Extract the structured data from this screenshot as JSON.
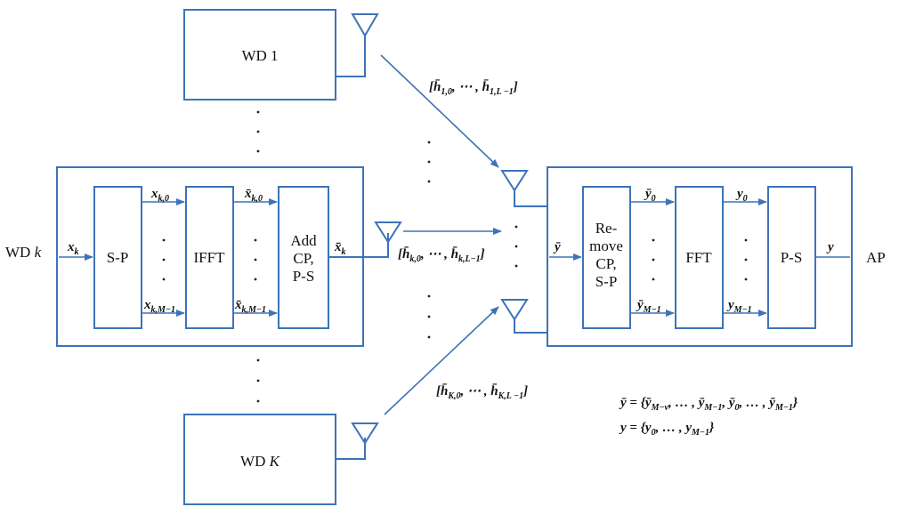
{
  "wd1": {
    "label": "WD 1"
  },
  "wdk": {
    "label": "WD k",
    "ext_label": "WD k"
  },
  "wdK": {
    "label": "WD K"
  },
  "blocks": {
    "sp": "S-P",
    "ifft": "IFFT",
    "addcp": [
      "Add",
      "CP,",
      "P-S"
    ],
    "remove": [
      "Re-",
      "move",
      "CP,",
      "S-P"
    ],
    "fft": "FFT",
    "ps": "P-S"
  },
  "ap": {
    "label": "AP"
  },
  "signals": {
    "x_k": "x_k",
    "x_k0": "x_{k,0}",
    "x_kM1": "x_{k,M−1}",
    "xbar_k0": "x̄_{k,0}",
    "xbar_kM1": "x̄_{k,M−1}",
    "xbar_k": "x̄_k",
    "ybar": "ȳ",
    "ybar_0": "ȳ_0",
    "ybar_M1": "ȳ_{M−1}",
    "y_0": "y_0",
    "y_M1": "y_{M−1}",
    "y": "y"
  },
  "channels": {
    "h1": "[h̄_{1,0}, ⋯ , h̄_{1,L −1}]",
    "hk": "[h̄_{k,0}, ⋯ , h̄_{k,L−1}]",
    "hK": "[h̄_{K,0}, ⋯ , h̄_{K,L −1}]"
  },
  "equations": {
    "ybar_def": "ȳ = {ȳ_{M−v}, … , ȳ_{M−1}, ȳ_0, … , ȳ_{M−1}}",
    "y_def": "y = {y_0, … , y_{M−1}}"
  },
  "colors": {
    "stroke": "#3d73b8",
    "text": "#111111"
  }
}
